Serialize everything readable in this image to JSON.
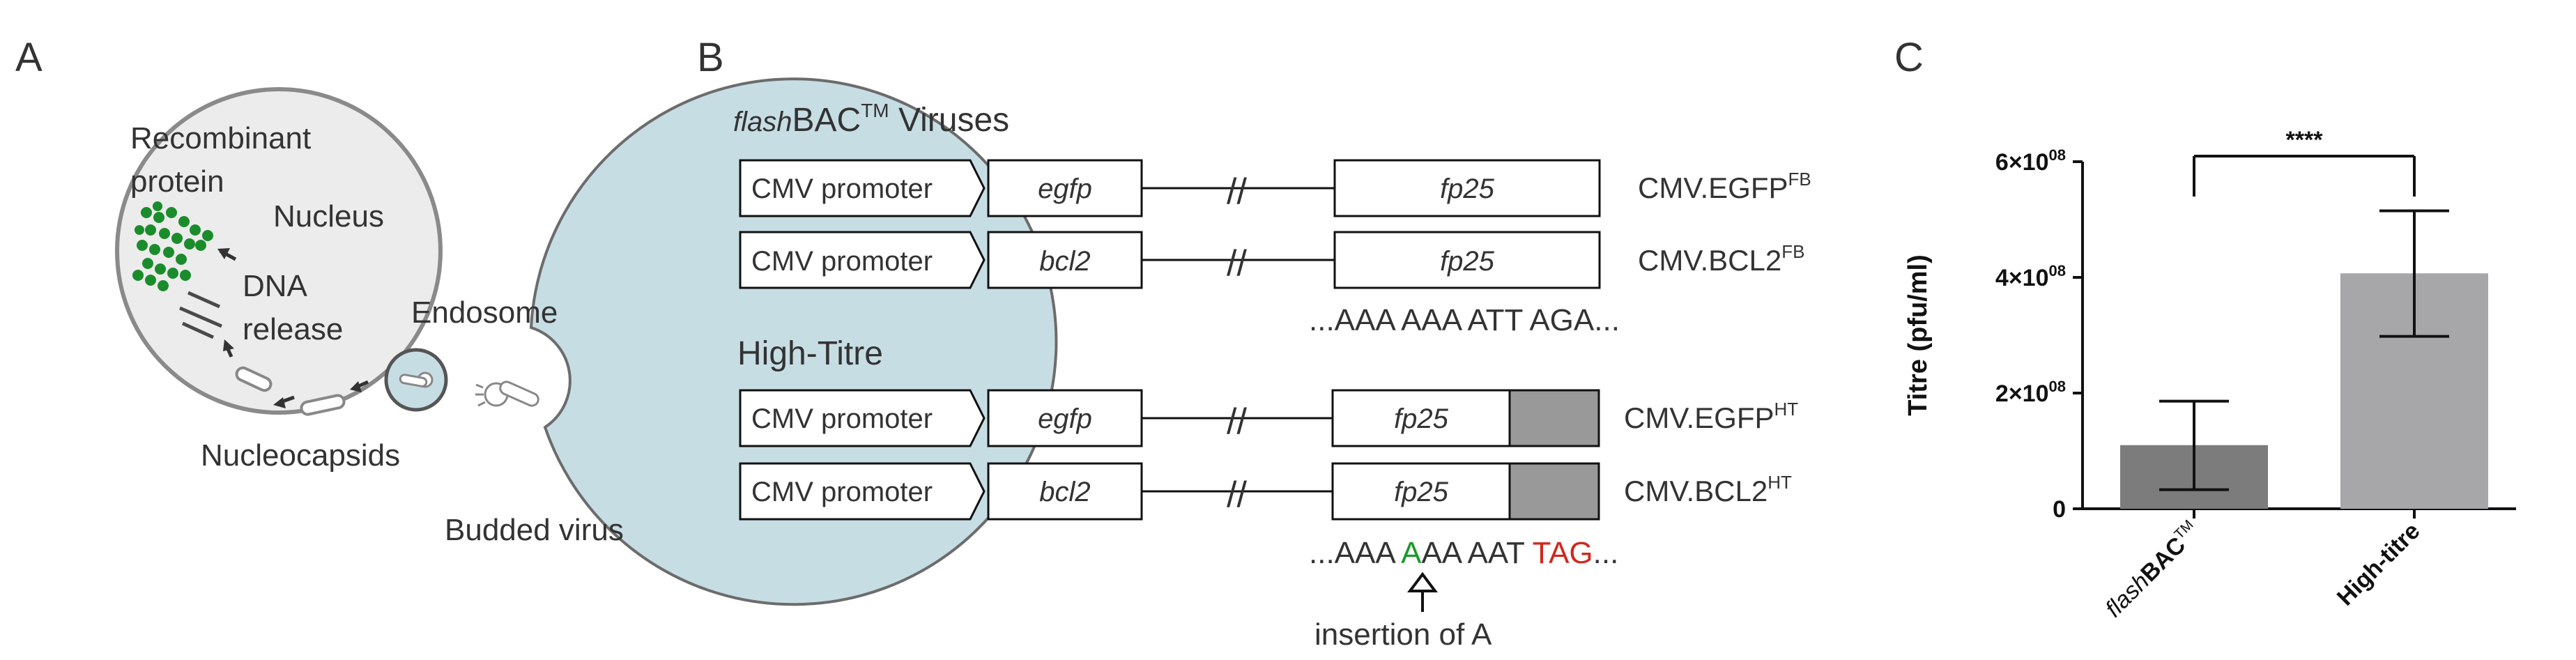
{
  "panel_a": {
    "letter": "A",
    "recombinant_line1": "Recombinant",
    "recombinant_line2": "protein",
    "nucleus": "Nucleus",
    "dna_line1": "DNA",
    "dna_line2": "release",
    "endosome": "Endosome",
    "nucleocapsids": "Nucleocapsids",
    "budded_virus": "Budded virus",
    "colors": {
      "cell": "#c7dde4",
      "nucleus": "#ececec",
      "protein": "#1b8c2c",
      "outline": "#7a7a7a"
    }
  },
  "panel_b": {
    "letter": "B",
    "flashbac_prefix": "flash",
    "flashbac_main": "BAC",
    "flashbac_tm": "TM",
    "flashbac_suffix": " Viruses",
    "high_titre_title": "High-Titre",
    "promoter": "CMV promoter",
    "constructs": [
      {
        "gene": "egfp",
        "name": "CMV.EGFP",
        "sup": "FB"
      },
      {
        "gene": "bcl2",
        "name": "CMV.BCL2",
        "sup": "FB"
      },
      {
        "gene": "egfp",
        "name": "CMV.EGFP",
        "sup": "HT"
      },
      {
        "gene": "bcl2",
        "name": "CMV.BCL2",
        "sup": "HT"
      }
    ],
    "fp25": "fp25",
    "break_mark": "//",
    "seq_fb": "...AAA AAA ATT AGA...",
    "seq_ht_prefix": "...AAA ",
    "seq_ht_insert": "A",
    "seq_ht_mid": "AA AAT ",
    "seq_ht_stop": "TAG",
    "seq_ht_suffix": "...",
    "insertion_label": "insertion of A",
    "colors": {
      "insert": "#1a9a2a",
      "stop": "#d0281e",
      "tag_box": "#999999"
    }
  },
  "panel_c": {
    "letter": "C"
  },
  "chart_data": {
    "type": "bar",
    "categories": [
      "flashBAC™",
      "High-titre"
    ],
    "category_parts": [
      {
        "prefix": "flash",
        "main": "BAC",
        "tm": "TM"
      },
      {
        "prefix": "",
        "main": "High-titre",
        "tm": ""
      }
    ],
    "values": [
      110000000,
      407000000
    ],
    "error_low": [
      33000000,
      298000000
    ],
    "error_high": [
      186000000,
      515000000
    ],
    "bar_colors": [
      "#7c7c7c",
      "#a7a7aa"
    ],
    "ylabel": "Titre (pfu/ml)",
    "ylim": [
      0,
      600000000
    ],
    "yticks": [
      0,
      200000000,
      400000000,
      600000000
    ],
    "ytick_labels": [
      "0",
      "2×10",
      "4×10",
      "6×10"
    ],
    "ytick_exp": [
      "",
      "08",
      "08",
      "08"
    ],
    "significance": "****",
    "grid": false
  }
}
